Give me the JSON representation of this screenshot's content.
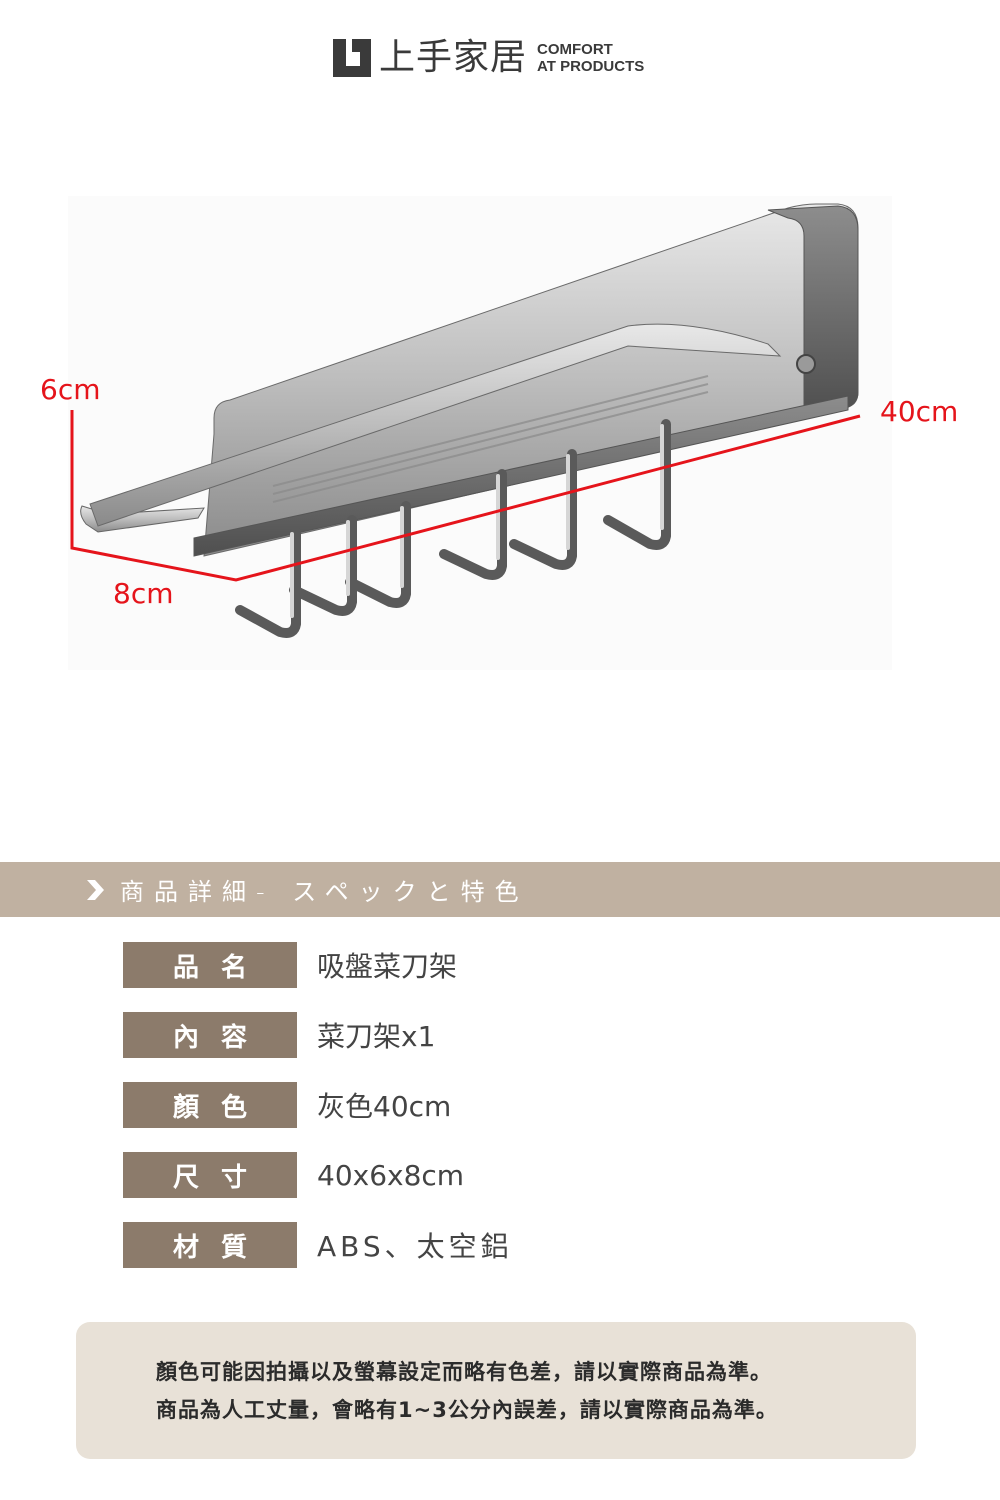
{
  "brand": {
    "name_cn": "上手家居",
    "name_en_line1": "COMFORT",
    "name_en_line2": "AT PRODUCTS"
  },
  "product_image": {
    "alt": "吸盤菜刀架 stainless rack with 6 hooks",
    "dimensions": {
      "height": "6cm",
      "depth": "8cm",
      "width": "40cm"
    },
    "dimension_color": "#e5141b"
  },
  "section": {
    "icon": "chevron-right-icon",
    "title": "商品詳細- スペックと特色"
  },
  "specs": [
    {
      "label": "品名",
      "value": "吸盤菜刀架"
    },
    {
      "label": "內容",
      "value": "菜刀架x1"
    },
    {
      "label": "顏色",
      "value": "灰色40cm"
    },
    {
      "label": "尺寸",
      "value": "40x6x8cm"
    },
    {
      "label": "材質",
      "value": "ABS、太空鋁"
    }
  ],
  "notes": [
    "顏色可能因拍攝以及螢幕設定而略有色差，請以實際商品為準。",
    "商品為人工丈量，會略有1~3公分內誤差，請以實際商品為準。"
  ],
  "colors": {
    "section_bar": "#c0b1a1",
    "spec_label_bg": "#8c7b6b",
    "note_bg": "#e8e1d7"
  }
}
